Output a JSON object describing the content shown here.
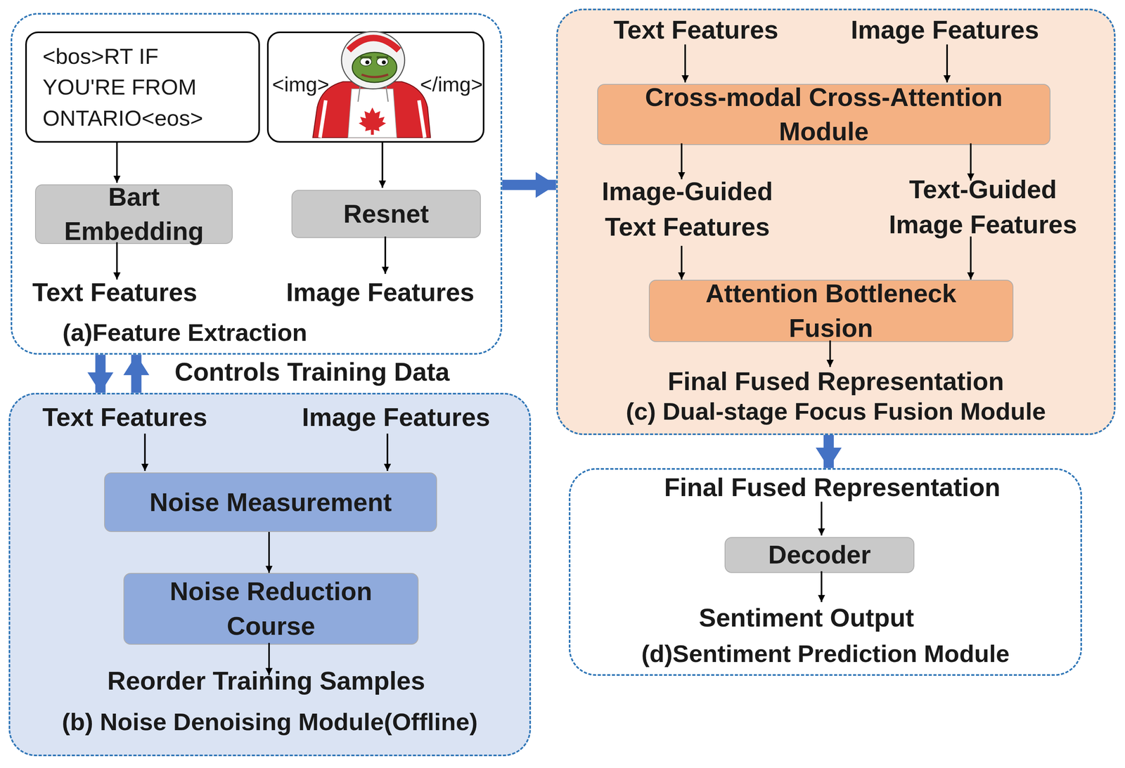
{
  "diagram": {
    "nodes": [
      {
        "text": [
          "(a)Feature Extraction"
        ]
      },
      {
        "text": [
          "<bos>RT IF YOU'RE FROM ONTARIO<eos>"
        ],
        "in": 0
      },
      {
        "text": [
          "<img>",
          "</img>"
        ],
        "in": 0
      },
      {
        "text": [
          "Bart Embedding"
        ],
        "in": 0
      },
      {
        "text": [
          "Resnet"
        ],
        "in": 0
      },
      {
        "text": [
          "(b) Noise Denoising Module(Offline)"
        ]
      },
      {
        "text": [
          "Noise Measurement"
        ],
        "in": 5
      },
      {
        "text": [
          "Noise Reduction Course"
        ],
        "in": 5
      },
      {
        "text": [
          "(c) Dual-stage Focus Fusion Module"
        ]
      },
      {
        "text": [
          "Cross-modal Cross-Attention Module"
        ],
        "in": 8
      },
      {
        "text": [
          "Attention Bottleneck Fusion"
        ],
        "in": 8
      },
      {
        "text": [
          "(d)Sentiment Prediction Module"
        ]
      },
      {
        "text": [
          "Decoder"
        ],
        "in": 11
      }
    ],
    "edges": [
      {
        "from": 6,
        "to": 7,
        "arrow": "to"
      },
      {
        "from": 0,
        "to": 8,
        "arrow": "to"
      },
      {
        "from": 8,
        "to": 11,
        "arrow": "to"
      },
      {
        "from": 0,
        "to": 5,
        "arrow": "to"
      },
      {
        "from": 5,
        "to": 0,
        "arrow": "to"
      }
    ],
    "labels": [
      "Text Features",
      "Image Features",
      "Controls Training Data",
      "Text Features",
      "Image Features",
      "Reorder Training Samples",
      "Text Features",
      "Image Features",
      "Image-Guided Text Features",
      "Text-Guided Image Features",
      "Final Fused Representation",
      "Final Fused Representation",
      "Sentiment Output"
    ]
  }
}
